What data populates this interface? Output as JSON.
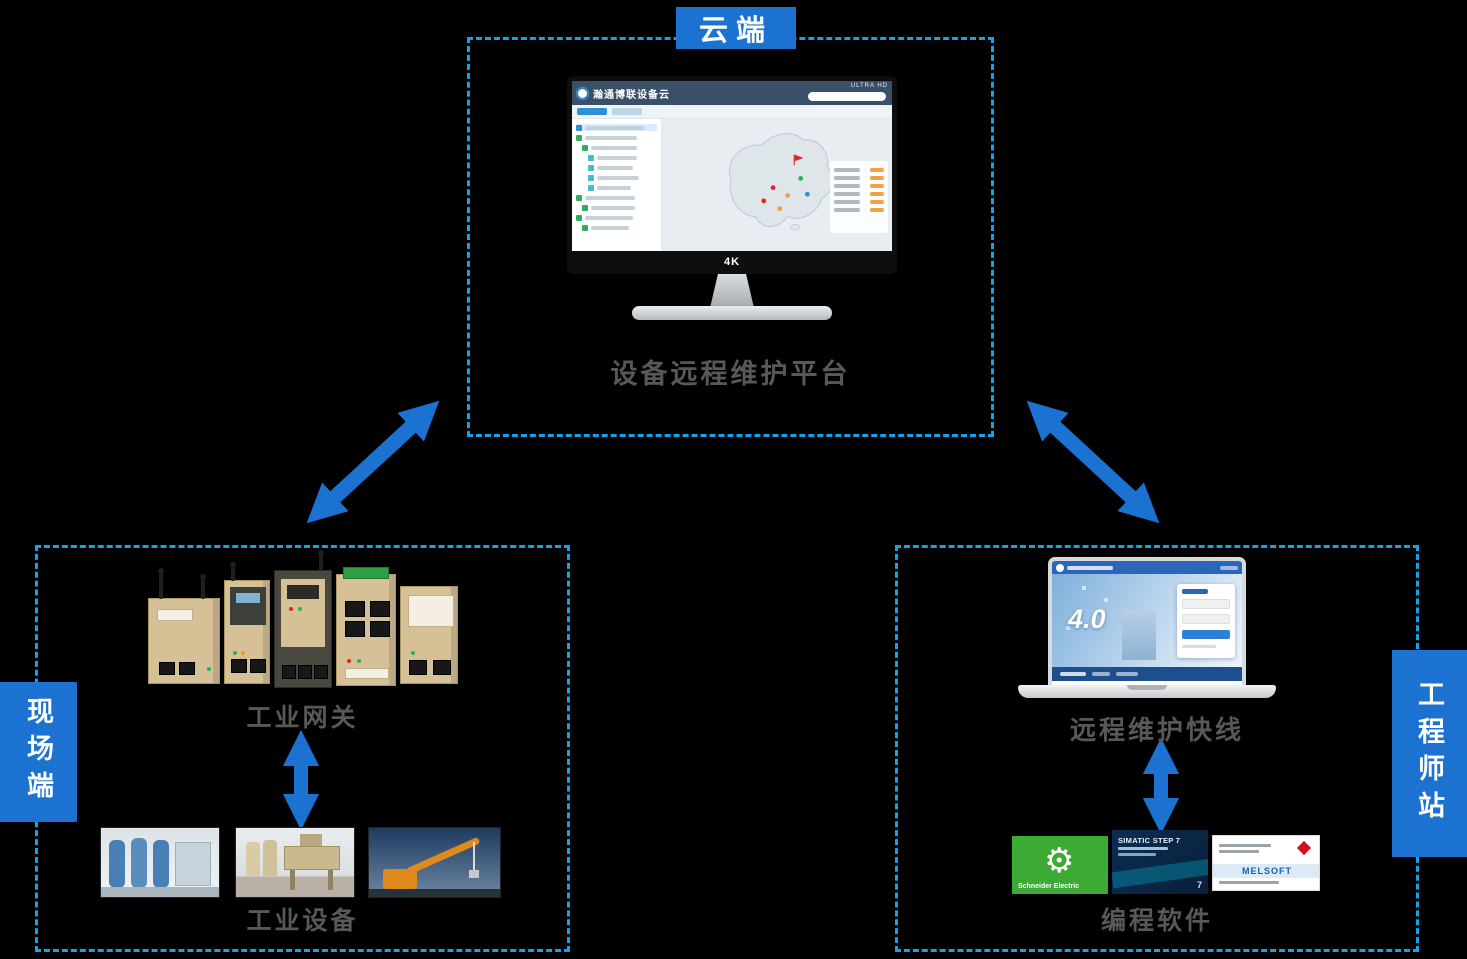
{
  "labels": {
    "cloud_tag": "云端",
    "cloud_caption": "设备远程维护平台",
    "field_tag": "现场端",
    "gateway_caption": "工业网关",
    "equipment_caption": "工业设备",
    "engineer_tag": "工程师站",
    "laptop_caption": "远程维护快线",
    "software_caption": "编程软件"
  },
  "monitor": {
    "header_title": "瀚通博联设备云",
    "corner_mark": "ULTRA HD",
    "bezel_badge": "4K"
  },
  "laptop": {
    "headline": "4.0"
  },
  "software_tiles": [
    {
      "label": "Schneider Electric"
    },
    {
      "label": "SIMATIC STEP 7"
    },
    {
      "label": "MELSOFT"
    }
  ],
  "colors": {
    "accent_blue": "#1b72d0",
    "dashed_blue": "#14a3e9",
    "caption_gray": "#595757",
    "schneider_green": "#3daa35",
    "siemens_navy": "#0c2d52",
    "mitsubishi_red": "#d0121b"
  }
}
